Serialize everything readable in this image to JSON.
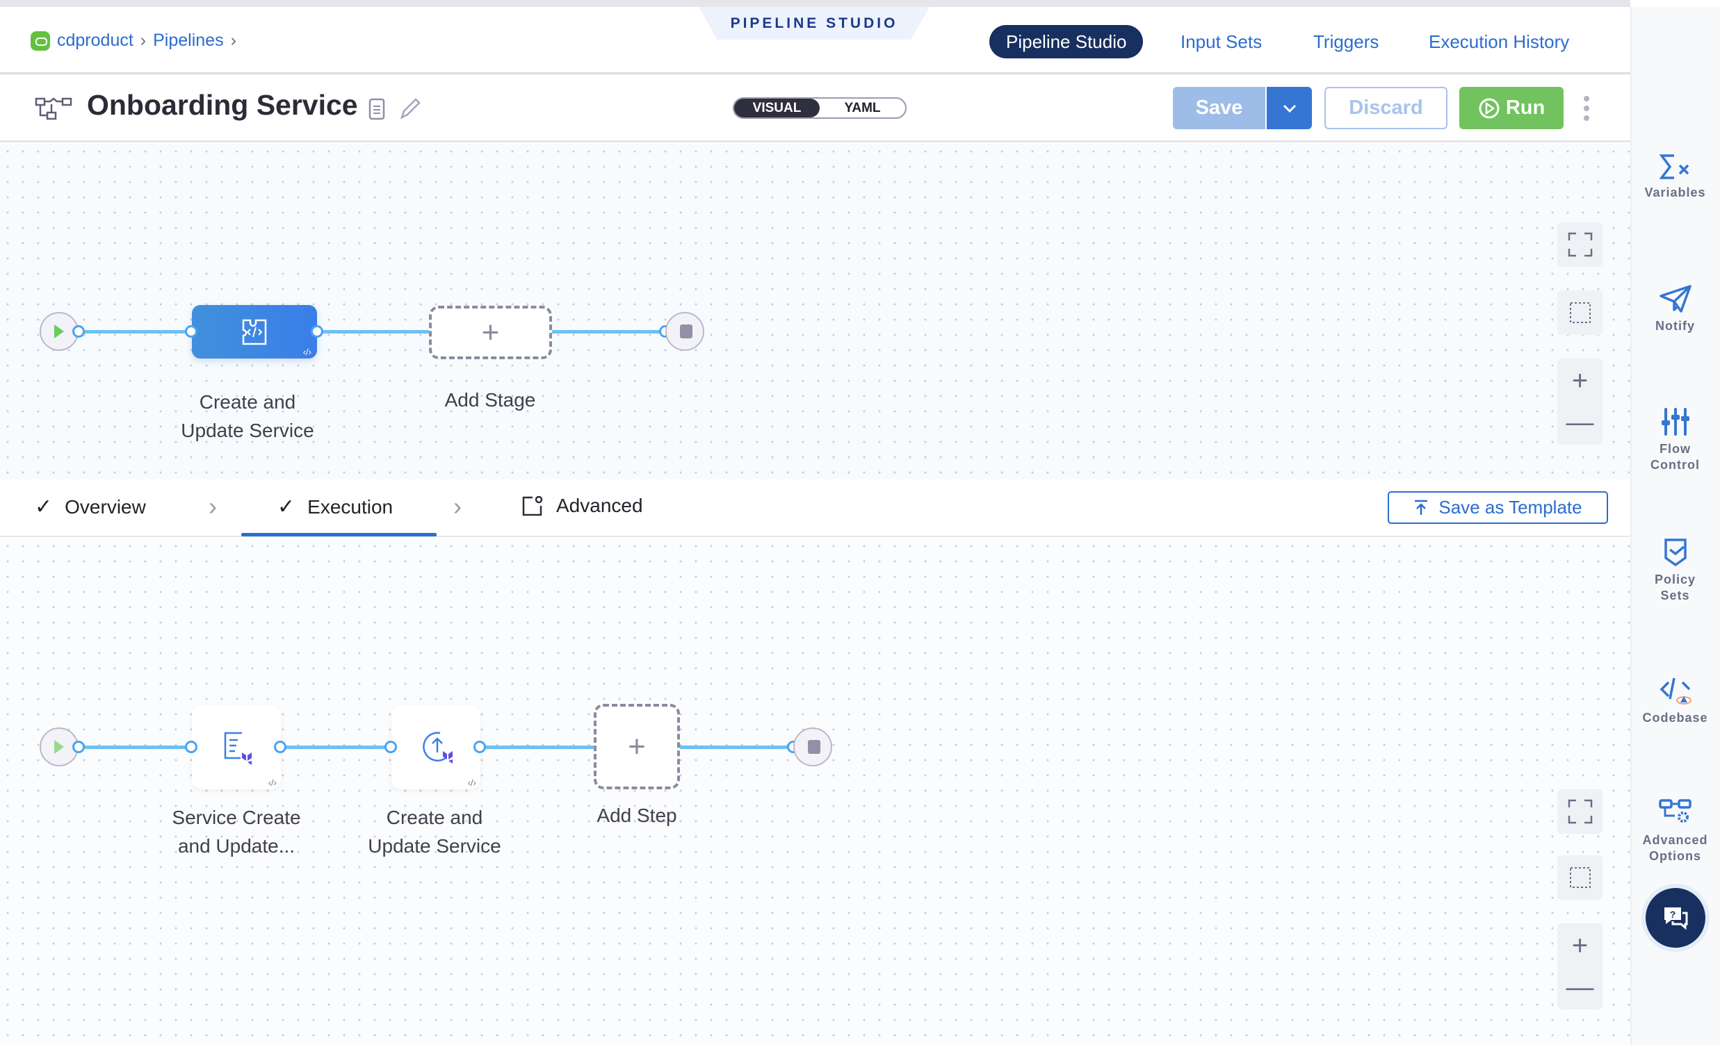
{
  "breadcrumb": {
    "items": [
      "cdproduct",
      "Pipelines"
    ]
  },
  "studio_badge": "PIPELINE STUDIO",
  "nav": {
    "tabs": [
      {
        "label": "Pipeline Studio",
        "active": true
      },
      {
        "label": "Input Sets"
      },
      {
        "label": "Triggers"
      },
      {
        "label": "Execution History"
      }
    ]
  },
  "header": {
    "title": "Onboarding Service",
    "toggle": {
      "visual": "VISUAL",
      "yaml": "YAML",
      "selected": "VISUAL"
    },
    "save": "Save",
    "discard": "Discard",
    "run": "Run"
  },
  "stages": {
    "items": [
      {
        "label_line1": "Create and",
        "label_line2": "Update Service"
      }
    ],
    "add": "Add Stage"
  },
  "stage_tabs": {
    "overview": "Overview",
    "execution": "Execution",
    "advanced": "Advanced",
    "active": "Execution",
    "save_template": "Save as Template"
  },
  "steps": {
    "items": [
      {
        "label_line1": "Service Create",
        "label_line2": "and Update..."
      },
      {
        "label_line1": "Create and",
        "label_line2": "Update Service"
      }
    ],
    "add": "Add Step"
  },
  "sidebar": {
    "items": [
      {
        "label1": "Variables",
        "icon": "variables-icon"
      },
      {
        "label1": "Notify",
        "icon": "send-icon"
      },
      {
        "label1": "Flow",
        "label2": "Control",
        "icon": "sliders-icon"
      },
      {
        "label1": "Policy",
        "label2": "Sets",
        "icon": "shield-check-icon"
      },
      {
        "label1": "Codebase",
        "icon": "code-icon"
      },
      {
        "label1": "Advanced",
        "label2": "Options",
        "icon": "advanced-options-icon"
      }
    ]
  },
  "colors": {
    "accent": "#2b6cd0",
    "nav_active": "#18305f",
    "run": "#70c35e",
    "stage_node": "#3b86e6",
    "connector": "#6cc0f2"
  }
}
